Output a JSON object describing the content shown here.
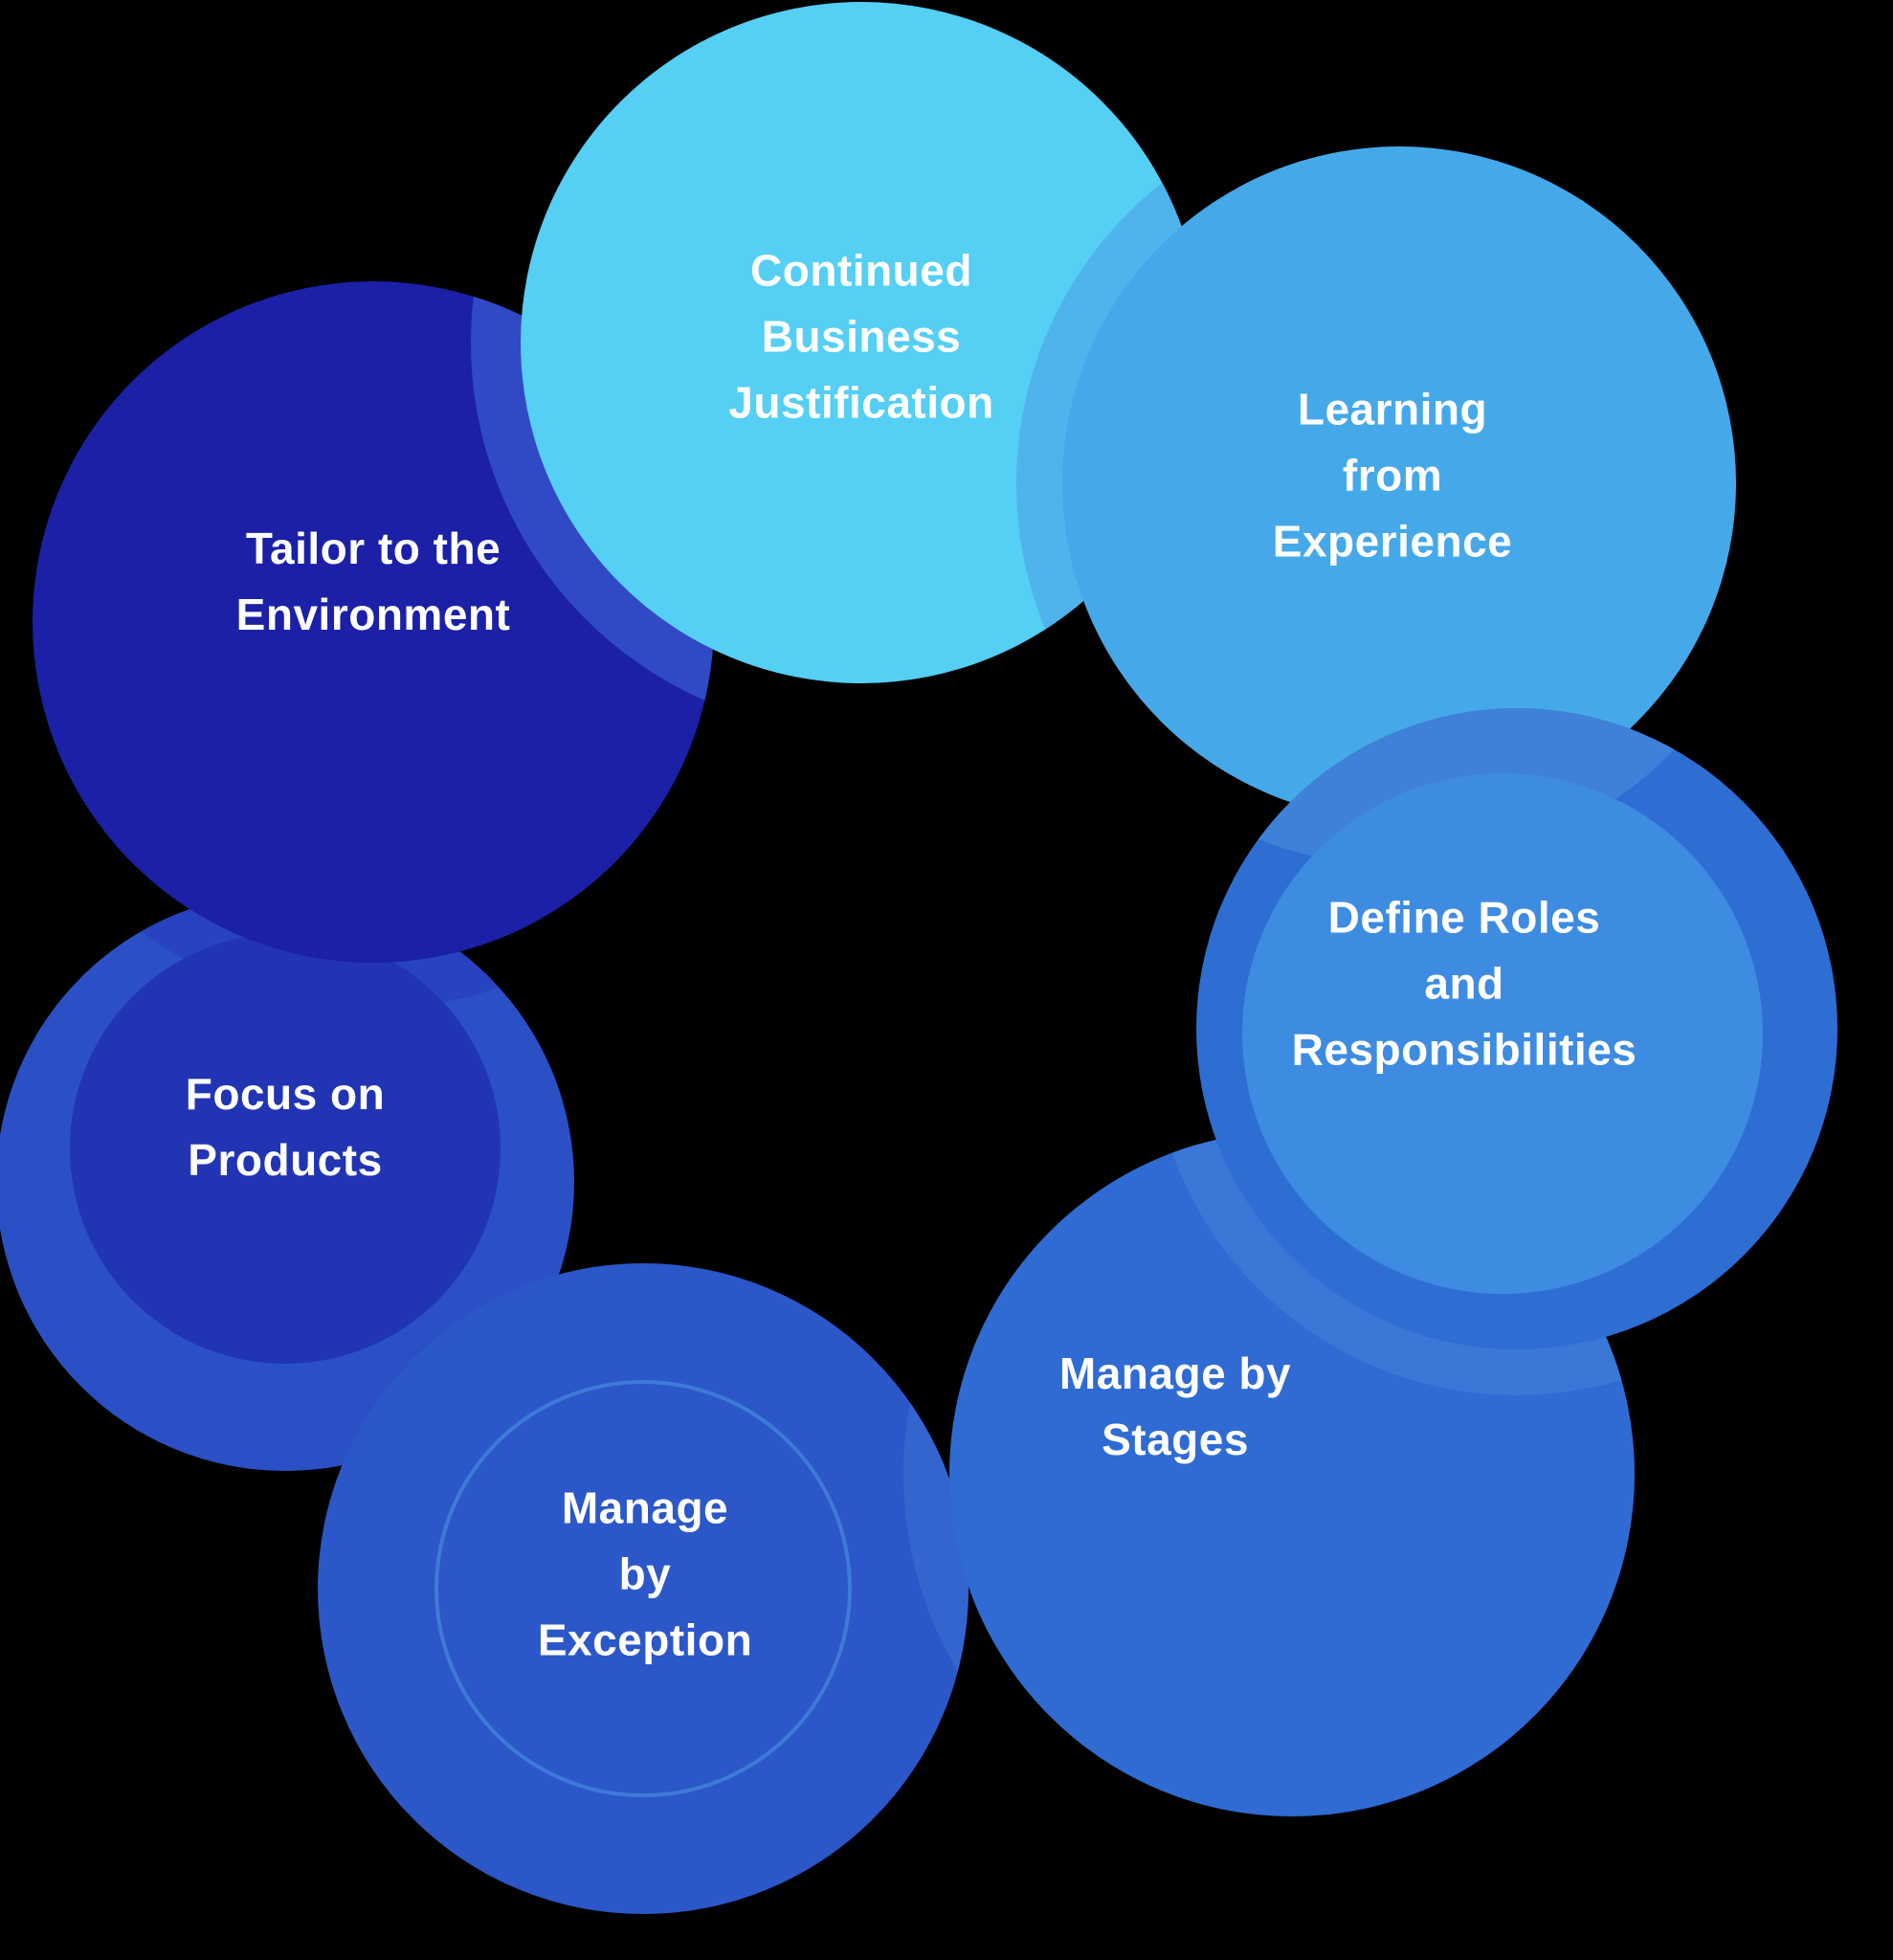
{
  "background_color": "#000000",
  "text_color": "#ffffff",
  "diagram": {
    "principles": [
      {
        "key": "continued-business-justification",
        "label": "Continued\nBusiness\nJustification",
        "fill": "#55CFF4"
      },
      {
        "key": "learning-from-experience",
        "label": "Learning\nfrom\nExperience",
        "fill": "#45A9E9"
      },
      {
        "key": "define-roles-responsibilities",
        "label": "Define Roles\nand\nResponsibilities",
        "outer_fill": "#2E6ED2",
        "inner_fill": "#3E8BE2"
      },
      {
        "key": "manage-by-stages",
        "label": "Manage by\nStages",
        "fill": "#2F6BD3"
      },
      {
        "key": "manage-by-exception",
        "label": "Manage\nby\nException",
        "fill": "#2B57C8",
        "ring_color": "#3E7AD7"
      },
      {
        "key": "focus-on-products",
        "label": "Focus on\nProducts",
        "outer_fill": "#2B50C6",
        "inner_fill": "#2134B4"
      },
      {
        "key": "tailor-to-the-environment",
        "label": "Tailor to the\nEnvironment",
        "fill": "#1B20A7"
      }
    ],
    "overlap_accents": [
      {
        "from": "continued-business-justification",
        "over": "tailor-to-the-environment",
        "color": "#2F4AC4"
      },
      {
        "from": "learning-from-experience",
        "over": "continued-business-justification",
        "color": "#4FB4EC"
      },
      {
        "from": "learning-from-experience",
        "over": "define-roles-responsibilities",
        "color": "#3F80D8"
      },
      {
        "from": "define-roles-responsibilities",
        "over": "manage-by-stages",
        "color": "#3A77D7"
      },
      {
        "from": "manage-by-stages",
        "over": "manage-by-exception",
        "color": "#3464CE"
      },
      {
        "from": "tailor-to-the-environment",
        "over": "focus-on-products",
        "color": "#2843BF"
      }
    ]
  }
}
